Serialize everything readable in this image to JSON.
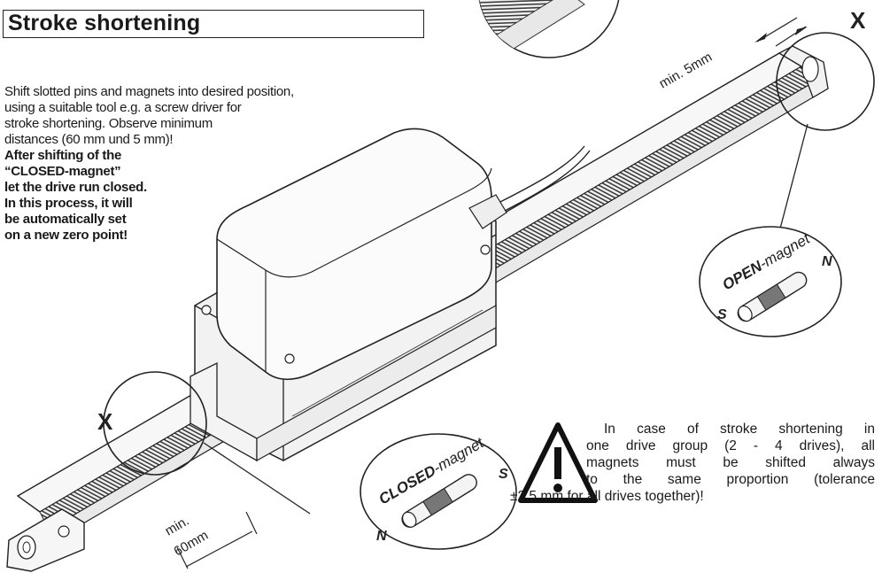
{
  "section": {
    "title": "Stroke shortening"
  },
  "instructions": {
    "lines": [
      "Shift slotted pins and magnets into desired position,",
      "using a suitable tool e.g. a screw driver for",
      "stroke shortening. Observe minimum",
      "distances (60 mm und 5 mm)!"
    ],
    "bold_lines": [
      "After shifting of the",
      "“CLOSED-magnet”",
      "let the drive run closed.",
      "In this process, it will",
      "be automatically set",
      "on a new zero point!"
    ]
  },
  "diagram": {
    "marker_x_top": "X",
    "marker_x_bottom": "X",
    "dim_top": "min. 5mm",
    "dim_bottom_line1": "min.",
    "dim_bottom_line2": "60mm",
    "open_magnet": {
      "bold": "OPEN",
      "rest": "-magnet",
      "left_pole": "S",
      "right_pole": "N"
    },
    "closed_magnet": {
      "bold": "CLOSED",
      "rest": "-magnet",
      "left_pole": "N",
      "right_pole": "S"
    }
  },
  "warning": {
    "icon": "warning-triangle-icon",
    "lines": [
      "In case of stroke shortening in",
      "one drive group (2 - 4 drives), all",
      "magnets must be shifted always",
      "to the same proportion (tolerance",
      "±2,5 mm for all drives together)!"
    ]
  }
}
